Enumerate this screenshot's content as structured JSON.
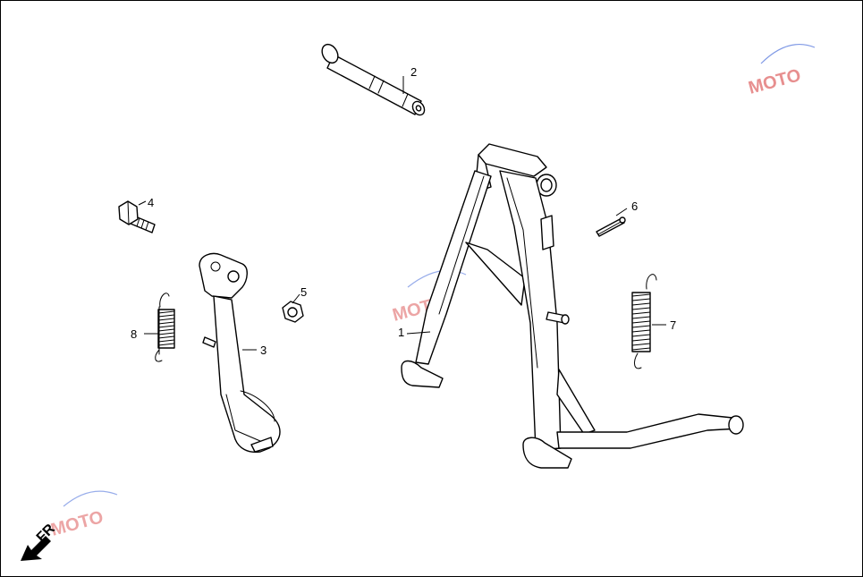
{
  "callouts": {
    "c1": "1",
    "c2": "2",
    "c3": "3",
    "c4": "4",
    "c5": "5",
    "c6": "6",
    "c7": "7",
    "c8": "8"
  },
  "direction_label": "FR",
  "watermark": {
    "text": "MOTO",
    "color": "#e06a6a",
    "accent": "#5577dd"
  }
}
